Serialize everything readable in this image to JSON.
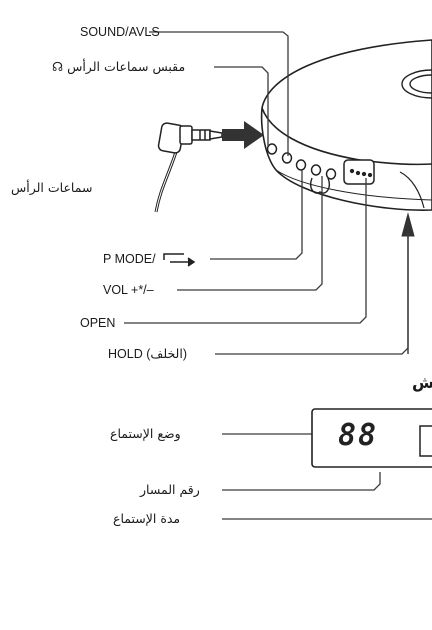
{
  "labels": {
    "sound_avls": "SOUND/AVLS",
    "headphone_jack": "مقبس سماعات الرأس ☊",
    "headphones": "سماعات الرأس",
    "p_mode": "P MODE/",
    "vol": "VOL +*/–",
    "open": "OPEN",
    "hold": "HOLD (الخلف)",
    "play_mode": "وضع الإستماع",
    "track_number": "رقم المسار",
    "play_time": "مدة الإستماع"
  },
  "section_heading_fragment": "ش",
  "display": {
    "track_digits": "88"
  },
  "colors": {
    "line": "#3a3a3a",
    "arrow": "#333333",
    "panel": "#ffffff"
  },
  "icons": {
    "repeat": "repeat-arrow-icon",
    "headphone": "headphone-icon"
  }
}
